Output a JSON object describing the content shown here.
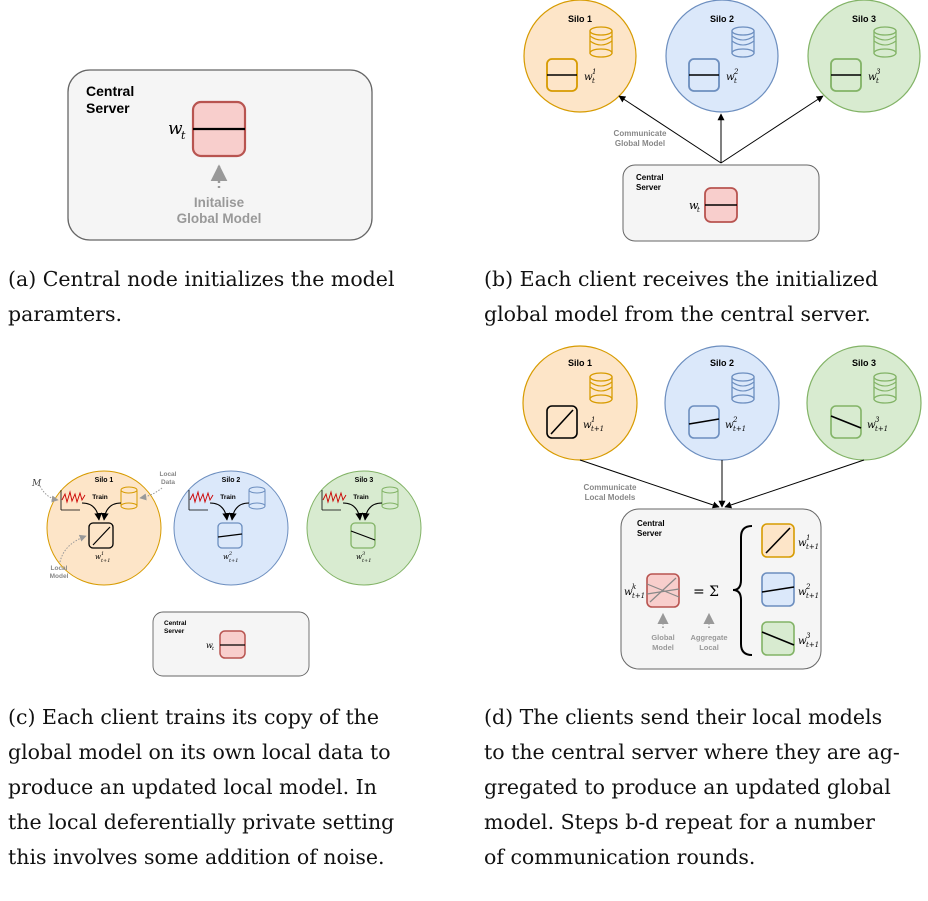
{
  "panel_a": {
    "server_label_line1": "Central",
    "server_label_line2": "Server",
    "weight_label": "w",
    "weight_sub": "t",
    "init_label_line1": "Initalise",
    "init_label_line2": "Global Model",
    "caption_line1": "(a) Central node initializes the model",
    "caption_line2": "paramters."
  },
  "panel_b": {
    "silos": [
      {
        "name": "Silo 1",
        "w_sup": "1",
        "w_sub": "t"
      },
      {
        "name": "Silo 2",
        "w_sup": "2",
        "w_sub": "t"
      },
      {
        "name": "Silo 3",
        "w_sup": "3",
        "w_sub": "t"
      }
    ],
    "communicate_line1": "Communicate",
    "communicate_line2": "Global Model",
    "server_label_line1": "Central",
    "server_label_line2": "Server",
    "weight_label": "w",
    "weight_sub": "t",
    "caption_line1": "(b) Each client receives the initialized",
    "caption_line2": "global model from the central server."
  },
  "panel_c": {
    "silos": [
      {
        "name": "Silo 1",
        "w_sup": "1",
        "w_sub": "t+1"
      },
      {
        "name": "Silo 2",
        "w_sup": "2",
        "w_sub": "t+1"
      },
      {
        "name": "Silo 3",
        "w_sup": "3",
        "w_sub": "t+1"
      }
    ],
    "train_label": "Train",
    "mechanism_label": "M",
    "local_data_line1": "Local",
    "local_data_line2": "Data",
    "local_model_line1": "Local",
    "local_model_line2": "Model",
    "server_label_line1": "Central",
    "server_label_line2": "Server",
    "weight_label": "w",
    "weight_sub": "t",
    "caption_lines": [
      "(c) Each client trains its copy of the",
      "global model on its own local data to",
      "produce an updated local model.  In",
      "the local deferentially private setting",
      "this involves some addition of noise."
    ]
  },
  "panel_d": {
    "silos": [
      {
        "name": "Silo 1",
        "w_sup": "1",
        "w_sub": "t+1"
      },
      {
        "name": "Silo 2",
        "w_sup": "2",
        "w_sub": "t+1"
      },
      {
        "name": "Silo 3",
        "w_sup": "3",
        "w_sub": "t+1"
      }
    ],
    "communicate_line1": "Communicate",
    "communicate_line2": "Local Models",
    "server_label_line1": "Central",
    "server_label_line2": "Server",
    "global_w": "w",
    "global_w_sup": "k",
    "global_w_sub": "t+1",
    "equals_sum": "= Σ",
    "global_model_line1": "Global",
    "global_model_line2": "Model",
    "aggregate_line1": "Aggregate",
    "aggregate_line2": "Local",
    "caption_lines": [
      "(d) The clients send their local models",
      "to the central server where they are ag-",
      "gregated to produce an updated global",
      "model.  Steps b-d repeat for a number",
      "of communication rounds."
    ]
  },
  "colors": {
    "silo1_fill": "#fde5c8",
    "silo1_stroke": "#d79b00",
    "silo2_fill": "#dbe8fa",
    "silo2_stroke": "#6c8ebf",
    "silo3_fill": "#d8ebd0",
    "silo3_stroke": "#82b366",
    "server_fill": "#f5f5f5",
    "server_stroke": "#666666",
    "model_fill": "#f8cecc",
    "model_stroke": "#b85450"
  }
}
